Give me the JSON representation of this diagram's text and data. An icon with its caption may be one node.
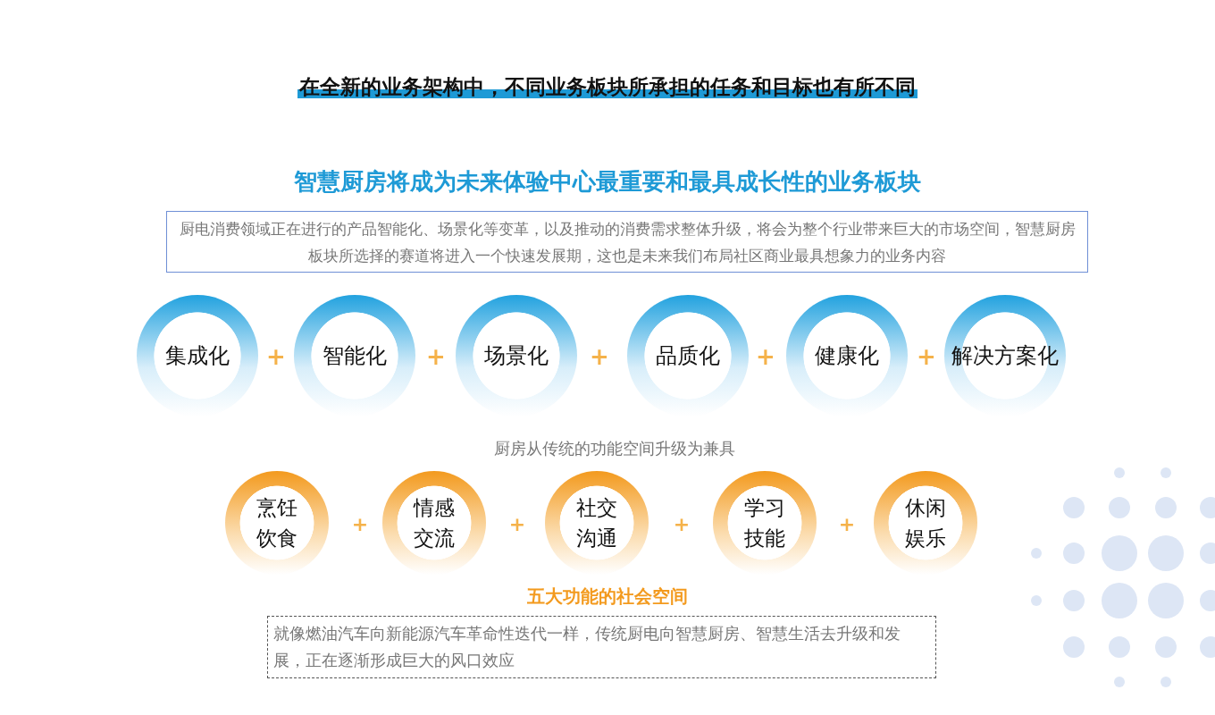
{
  "diagram": {
    "title": "在全新的业务架构中，不同业务板块所承担的任务和目标也有所不同",
    "nodes": [
      {
        "text": [
          "厨电消费领域正在进行的产品智能化、场景化等变革，以及推动的消费需求整体升级，将会为整个行业带来巨大的市场空间，智慧厨房板块所选择的赛道将进入一个快速发展期，这也是未来我们布局社区商业最具想象力的业务内容"
        ]
      },
      {
        "text": [
          "集成化"
        ]
      },
      {
        "text": [
          "智能化"
        ]
      },
      {
        "text": [
          "场景化"
        ]
      },
      {
        "text": [
          "品质化"
        ]
      },
      {
        "text": [
          "健康化"
        ]
      },
      {
        "text": [
          "解决方案化"
        ]
      },
      {
        "text": [
          "烹饪饮食"
        ]
      },
      {
        "text": [
          "情感交流"
        ]
      },
      {
        "text": [
          "社交沟通"
        ]
      },
      {
        "text": [
          "学习技能"
        ]
      },
      {
        "text": [
          "休闲娱乐"
        ]
      },
      {
        "text": [
          "就像燃油汽车向新能源汽车革命性迭代一样，传统厨电向智慧厨房、智慧生活去升级和发展，正在逐渐形成巨大的风口效应"
        ]
      }
    ],
    "edges": [],
    "labels": [
      "智慧厨房将成为未来体验中心最重要和最具成长性的业务板块",
      "+",
      "+",
      "+",
      "+",
      "+",
      "厨房从传统的功能空间升级为兼具",
      "+",
      "+",
      "+",
      "+",
      "五大功能的社会空间"
    ]
  }
}
